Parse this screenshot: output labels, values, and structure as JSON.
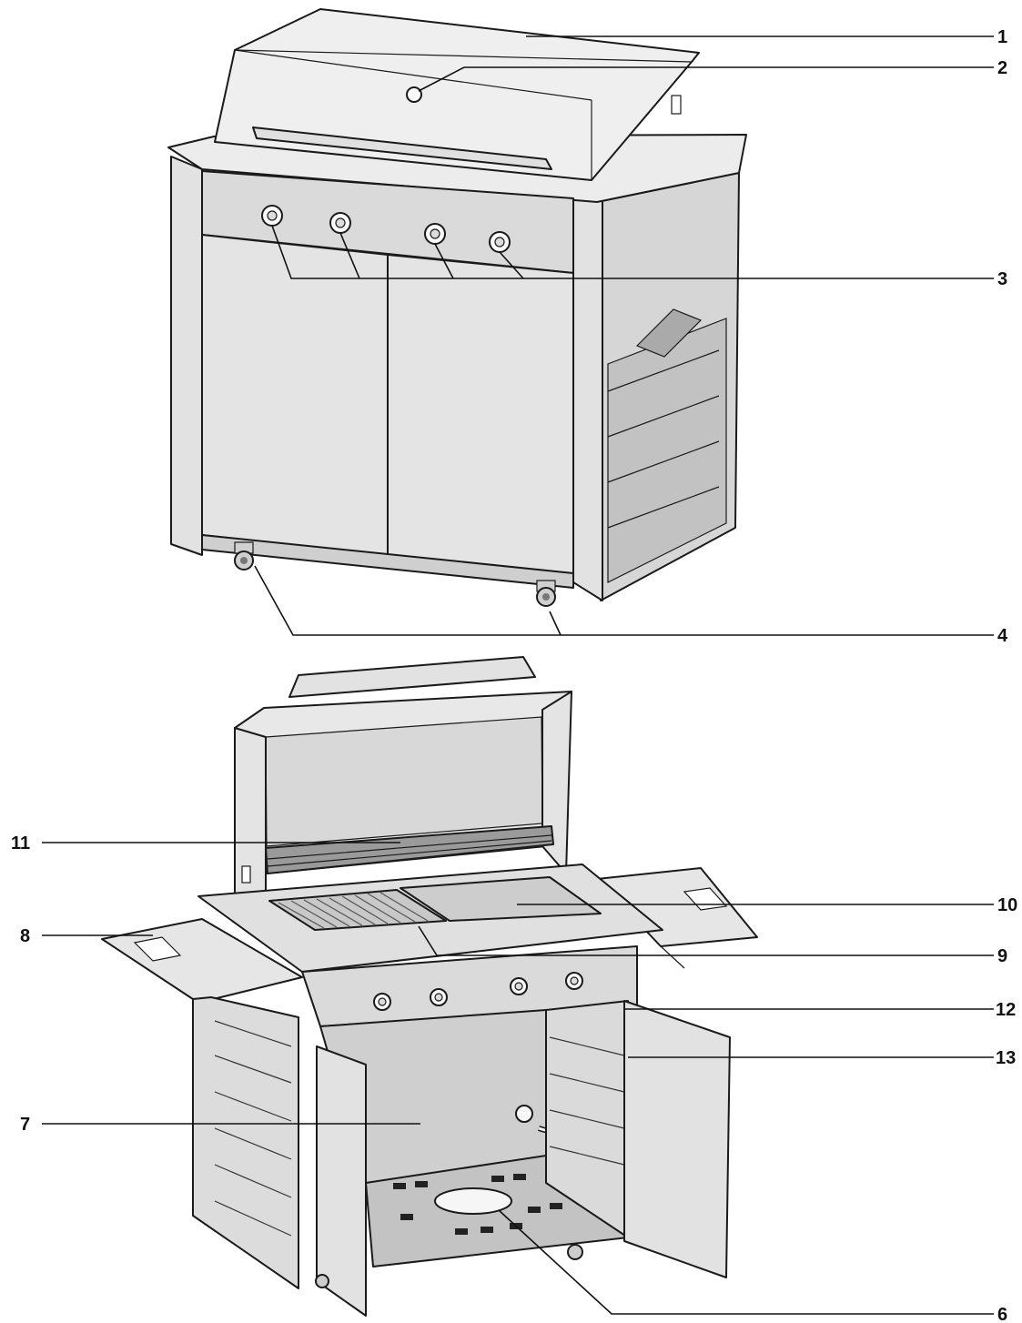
{
  "colors": {
    "light_panel": "#e8e8e8",
    "mid_panel": "#d2d2d2",
    "dark_panel": "#bdbdbd",
    "outline": "#1a1a1a"
  },
  "callouts": [
    {
      "id": "c1",
      "label": "1"
    },
    {
      "id": "c2",
      "label": "2"
    },
    {
      "id": "c3",
      "label": "3"
    },
    {
      "id": "c4",
      "label": "4"
    },
    {
      "id": "c11",
      "label": "11"
    },
    {
      "id": "c10",
      "label": "10"
    },
    {
      "id": "c8",
      "label": "8"
    },
    {
      "id": "c9",
      "label": "9"
    },
    {
      "id": "c12",
      "label": "12"
    },
    {
      "id": "c13",
      "label": "13"
    },
    {
      "id": "c7",
      "label": "7"
    },
    {
      "id": "c6",
      "label": "6"
    }
  ]
}
